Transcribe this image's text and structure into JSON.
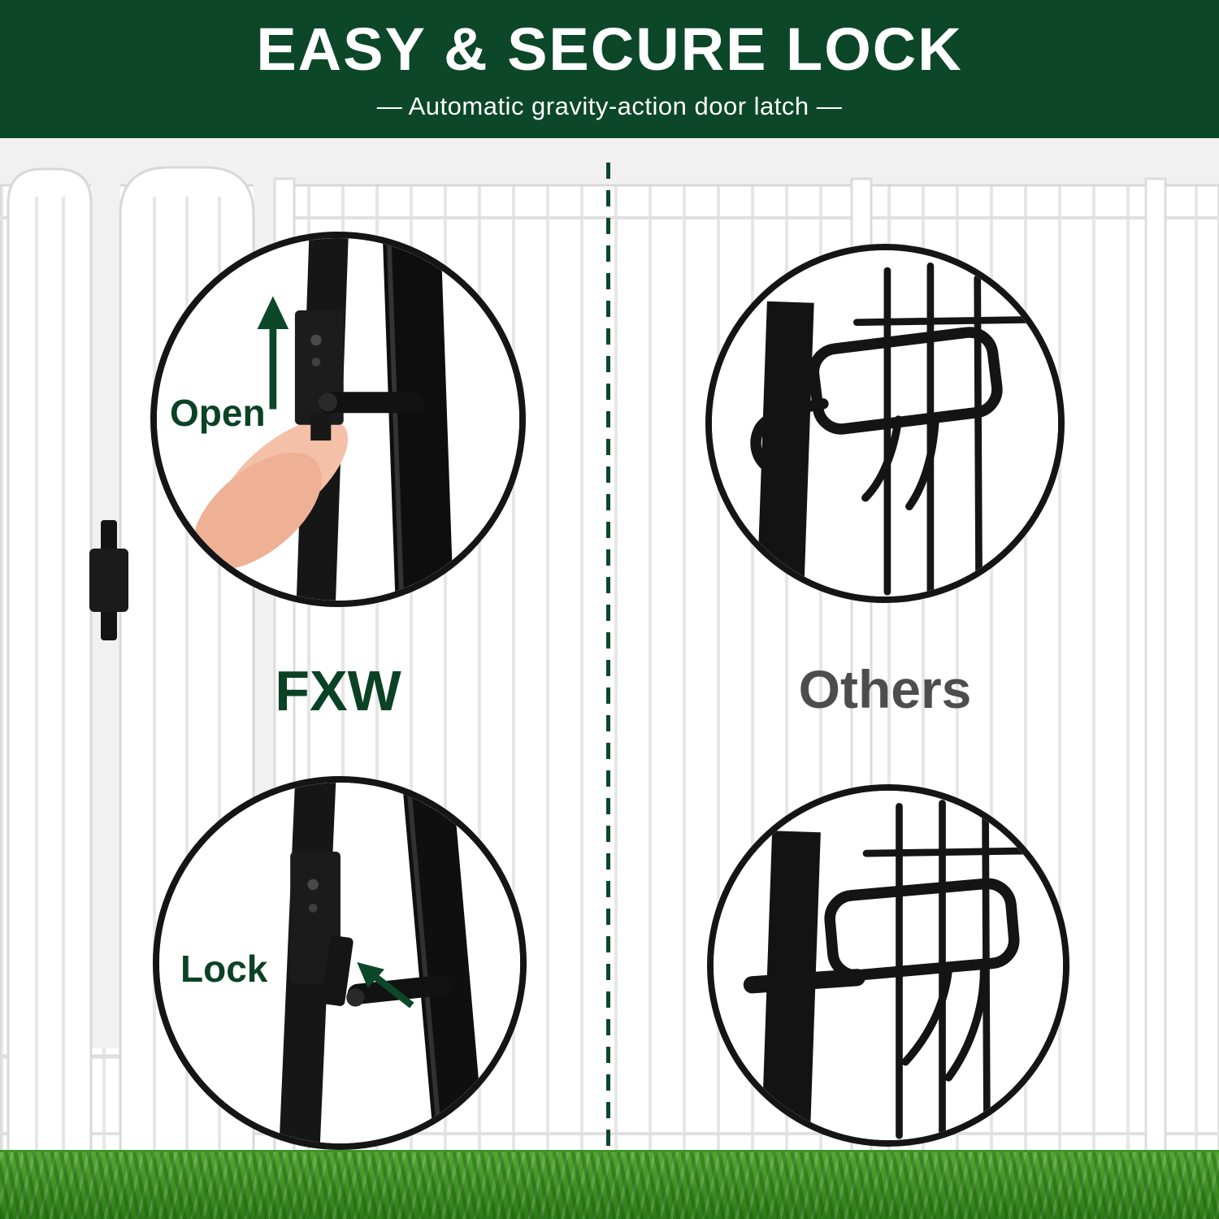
{
  "header": {
    "title": "EASY & SECURE LOCK",
    "subtitle": "—  Automatic gravity-action door latch  —"
  },
  "comparison": {
    "left": {
      "brand": "FXW",
      "callouts": {
        "open": "Open",
        "lock": "Lock"
      }
    },
    "right": {
      "brand": "Others"
    }
  },
  "colors": {
    "banner_green": "#0c4729",
    "brand_green": "#0b4226",
    "others_gray": "#4d4d4d",
    "grass_green": "#3f9424",
    "latch_black": "#141414",
    "fence_white": "#ffffff"
  },
  "icons": {
    "open_arrow": "arrow-up-icon",
    "lock_arrow": "arrow-upleft-icon"
  }
}
